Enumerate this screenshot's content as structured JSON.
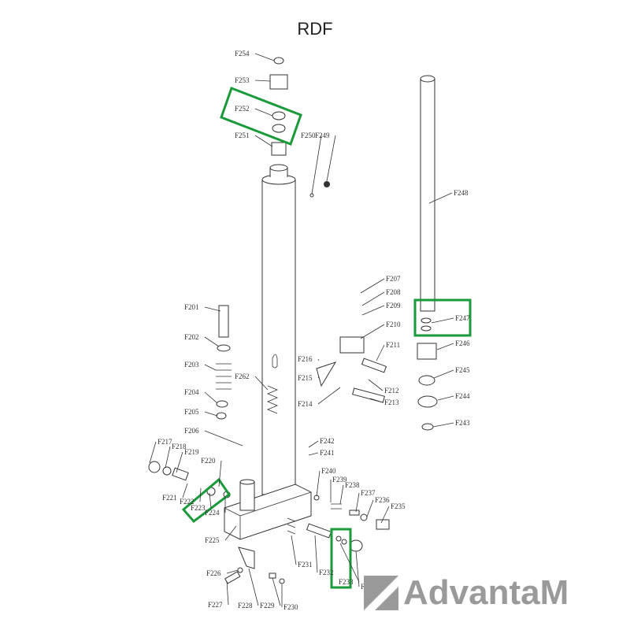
{
  "title": "RDF",
  "logo": {
    "text": "AdvantaM"
  },
  "highlight_color": "#1a9a3a",
  "part_labels": [
    "F254",
    "F253",
    "F252",
    "F251",
    "F250",
    "F249",
    "F248",
    "F247",
    "F246",
    "F245",
    "F244",
    "F243",
    "F207",
    "F208",
    "F209",
    "F210",
    "F211",
    "F212",
    "F213",
    "F214",
    "F215",
    "F216",
    "F201",
    "F202",
    "F203",
    "F204",
    "F205",
    "F262",
    "F206",
    "F242",
    "F241",
    "F217",
    "F218",
    "F219",
    "F220",
    "F221",
    "F222",
    "F223",
    "F224",
    "F225",
    "F226",
    "F227",
    "F228",
    "F229",
    "F230",
    "F231",
    "F232",
    "F233",
    "F240",
    "F239",
    "F238",
    "F237",
    "F236",
    "F235",
    "F"
  ]
}
